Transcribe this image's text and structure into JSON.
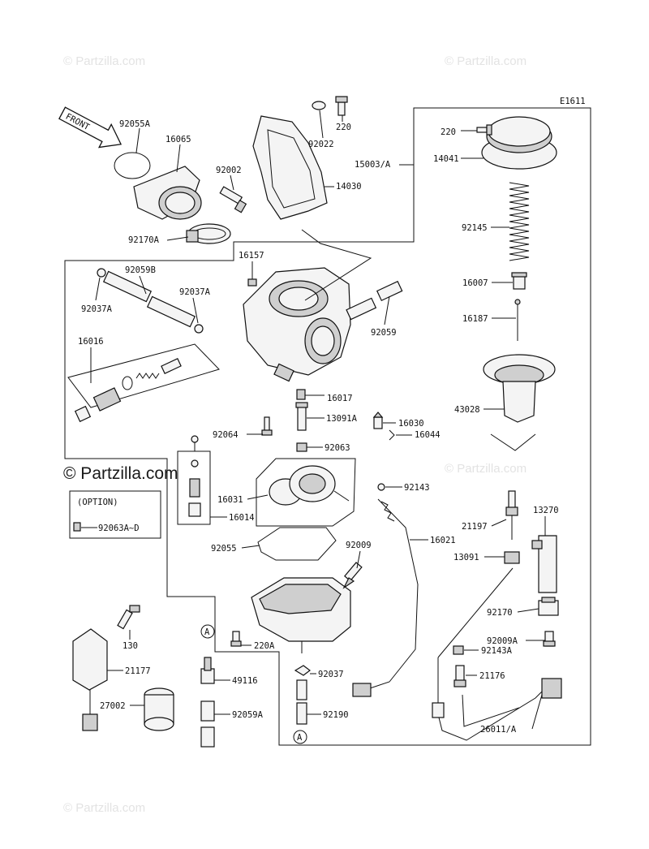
{
  "diagram_code": "E1611",
  "watermarks": [
    "© Partzilla.com",
    "© Partzilla.com",
    "© Partzilla.com",
    "© Partzilla.com",
    "© Partzilla.com"
  ],
  "front_arrow_text": "FRONT",
  "option_box": {
    "title": "(OPTION)",
    "part": "92063A~D"
  },
  "circle_marker": "A",
  "labels": {
    "p92055A": "92055A",
    "p16065": "16065",
    "p92002": "92002",
    "p14030": "14030",
    "p220_top": "220",
    "p92022": "92022",
    "p15003A": "15003/A",
    "p92170A": "92170A",
    "p220_cap": "220",
    "p14041": "14041",
    "p92145": "92145",
    "p16007": "16007",
    "p16187": "16187",
    "p43028": "43028",
    "p16157": "16157",
    "p92059B": "92059B",
    "p92037A_l": "92037A",
    "p92037A_r": "92037A",
    "p92059": "92059",
    "p16016": "16016",
    "p16017": "16017",
    "p13091A": "13091A",
    "p16030": "16030",
    "p16044": "16044",
    "p92064": "92064",
    "p92063": "92063",
    "p16031": "16031",
    "p16014": "16014",
    "p92143": "92143",
    "p16021": "16021",
    "p21197": "21197",
    "p13270": "13270",
    "p13091": "13091",
    "p92055": "92055",
    "p92009": "92009",
    "p92170": "92170",
    "p92009A": "92009A",
    "p92143A": "92143A",
    "p21176": "21176",
    "p26011A": "26011/A",
    "p130": "130",
    "p220A": "220A",
    "p21177": "21177",
    "p49116": "49116",
    "p92037": "92037",
    "p27002": "27002",
    "p92059A": "92059A",
    "p92190": "92190"
  },
  "colors": {
    "ink": "#111111",
    "watermark": "#e3e3e3",
    "background": "#ffffff"
  }
}
